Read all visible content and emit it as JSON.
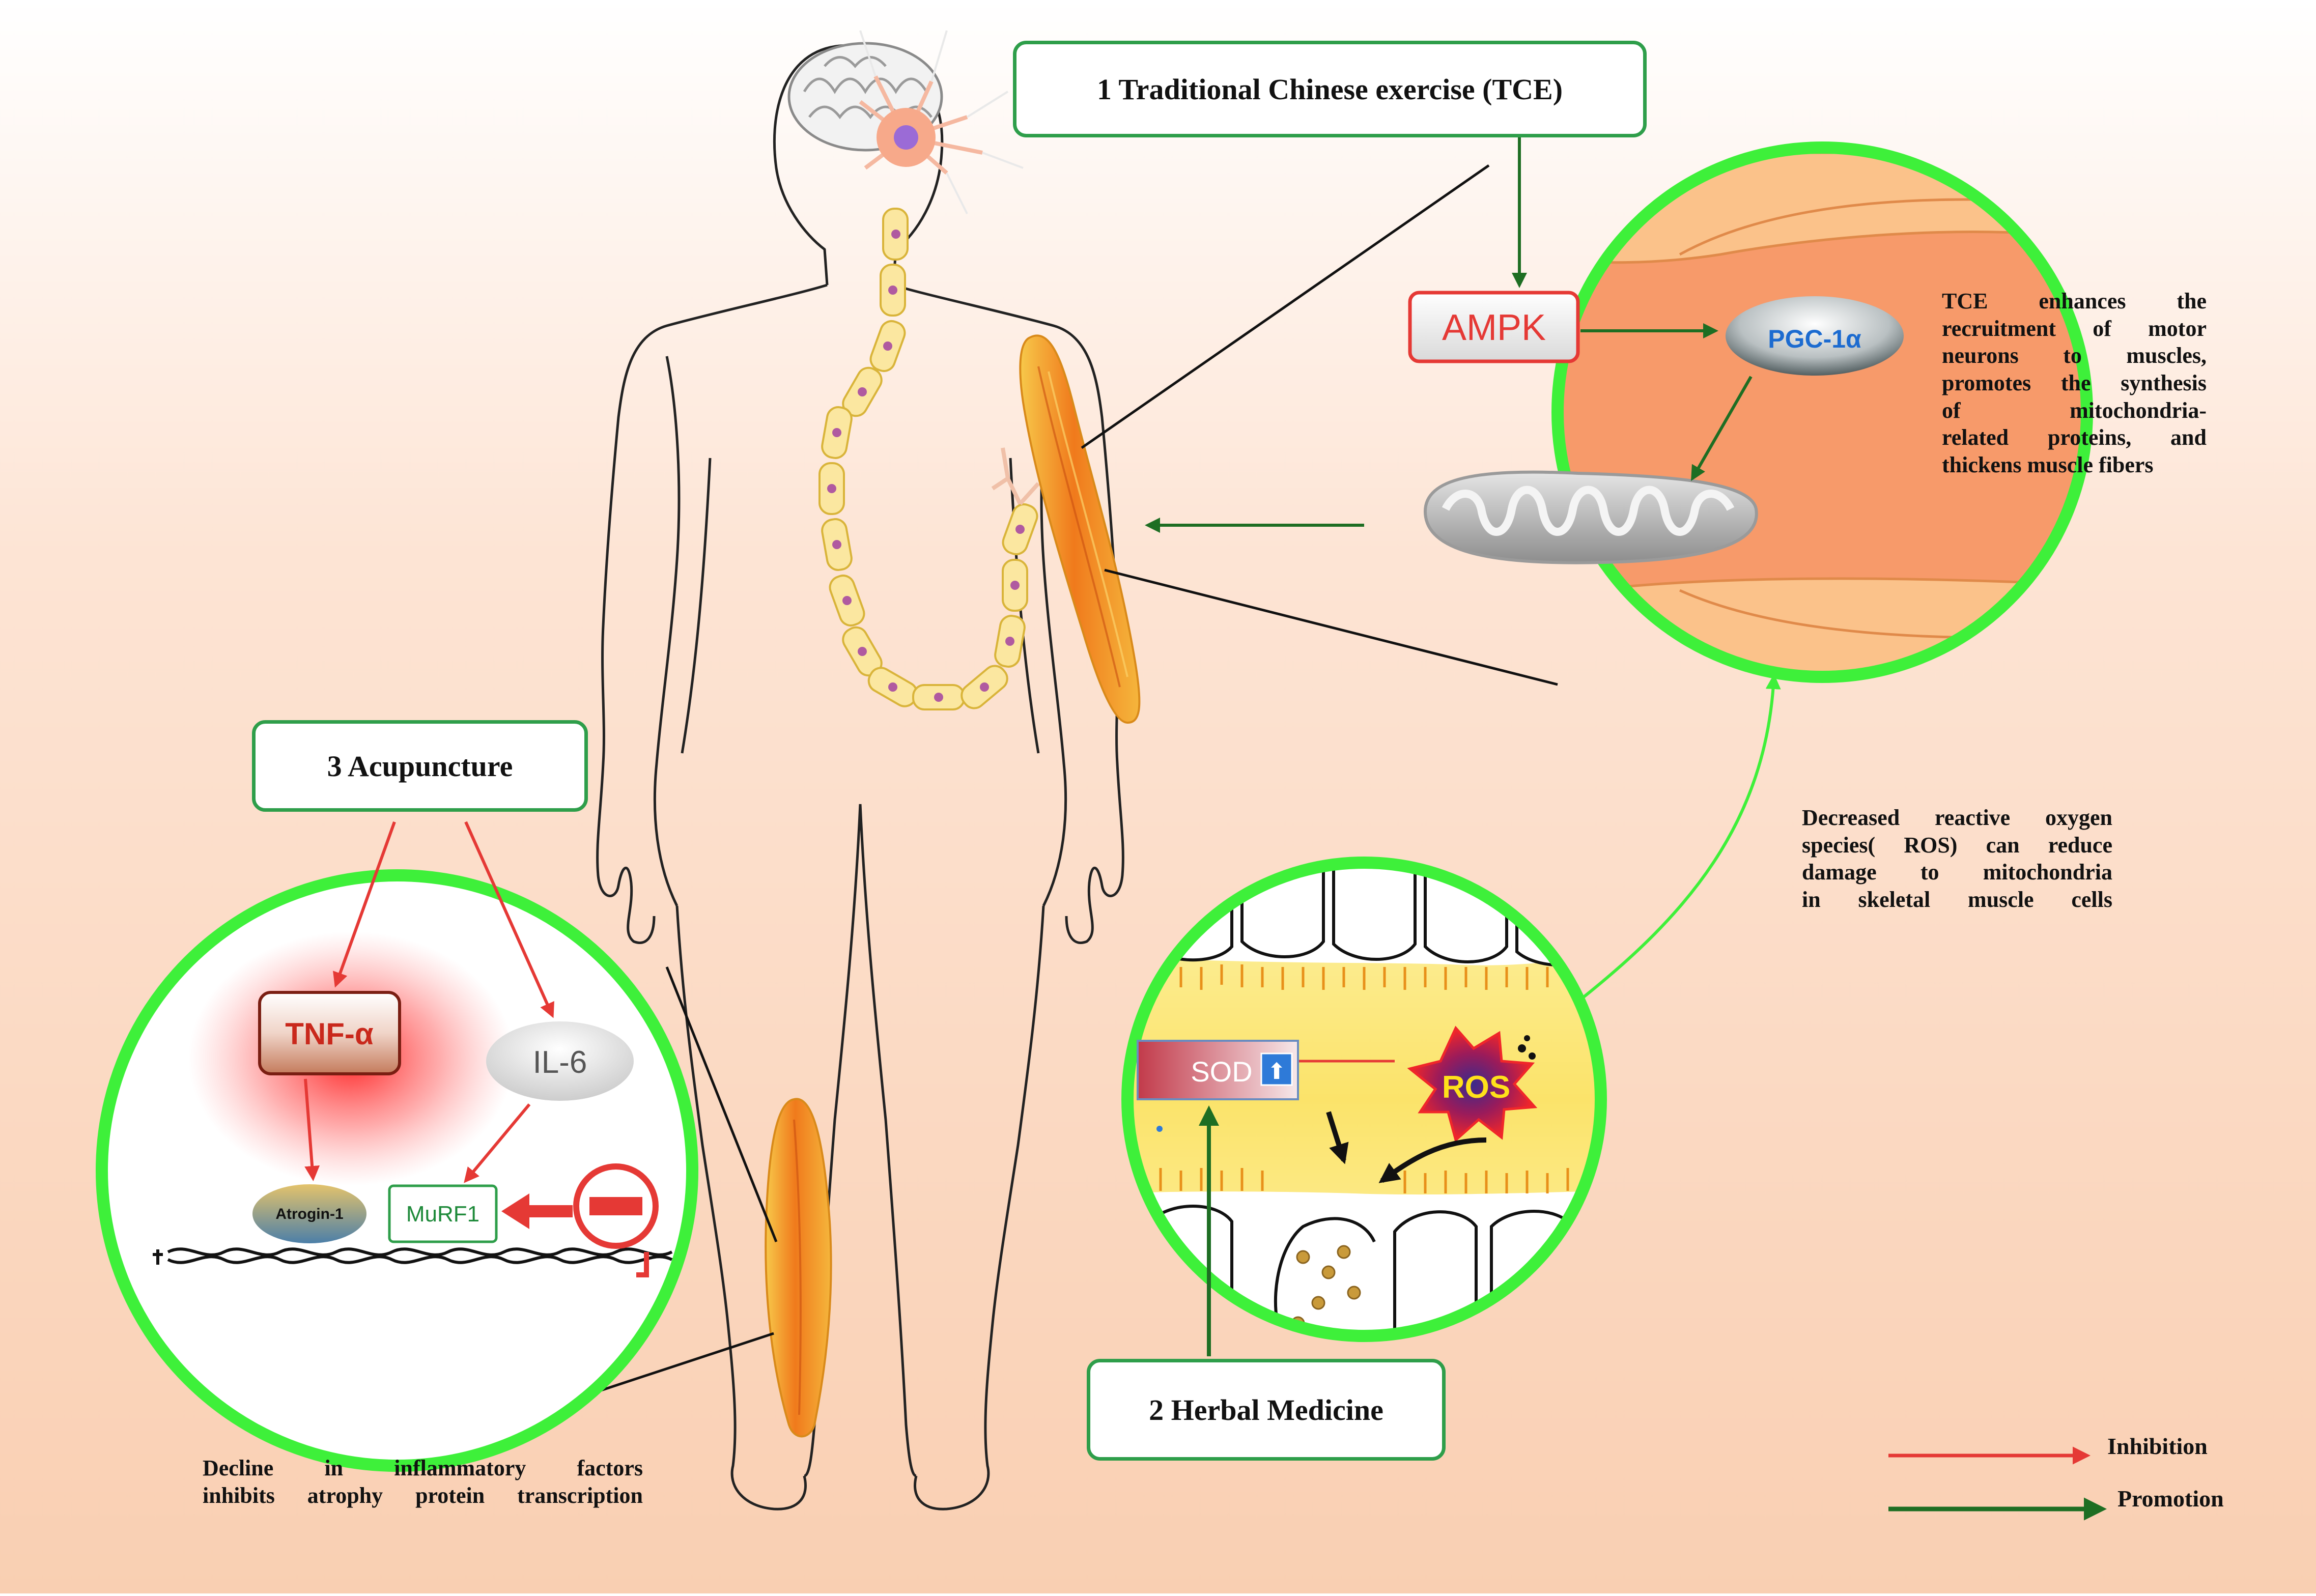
{
  "colors": {
    "inhibition": "#e53935",
    "promotion": "#1e6e23",
    "circle_border": "#3ef03a",
    "box_border": "#2e9e4a"
  },
  "boxes": {
    "tce": "1 Traditional Chinese exercise (TCE)",
    "herbal": "2 Herbal Medicine",
    "acupuncture": "3 Acupuncture"
  },
  "tce_circle": {
    "ampk": "AMPK",
    "pgc": "PGC-1α",
    "mitochondria_icon": "mitochondria-icon"
  },
  "herbal_circle": {
    "sod": "SOD",
    "sod_up": "⬆",
    "ros": "ROS"
  },
  "acupuncture_circle": {
    "tnf": "TNF-α",
    "il6": "IL-6",
    "atrogin": "Atrogin-1",
    "murf1": "MuRF1",
    "inhibit_icon": "no-entry-icon"
  },
  "notes": {
    "tce": [
      "TCE enhances the",
      "recruitment of motor",
      "neurons to muscles,",
      "promotes the synthesis",
      "of mitochondria-",
      "related proteins, and",
      "thickens muscle fibers"
    ],
    "ros": [
      "Decreased reactive oxygen",
      "species( ROS) can reduce",
      "damage to mitochondria",
      "in skeletal muscle cells"
    ],
    "acupuncture": [
      "Decline in inflammatory factors",
      "inhibits atrophy protein transcription"
    ]
  },
  "legend": {
    "inhibition": "Inhibition",
    "promotion": "Promotion"
  }
}
